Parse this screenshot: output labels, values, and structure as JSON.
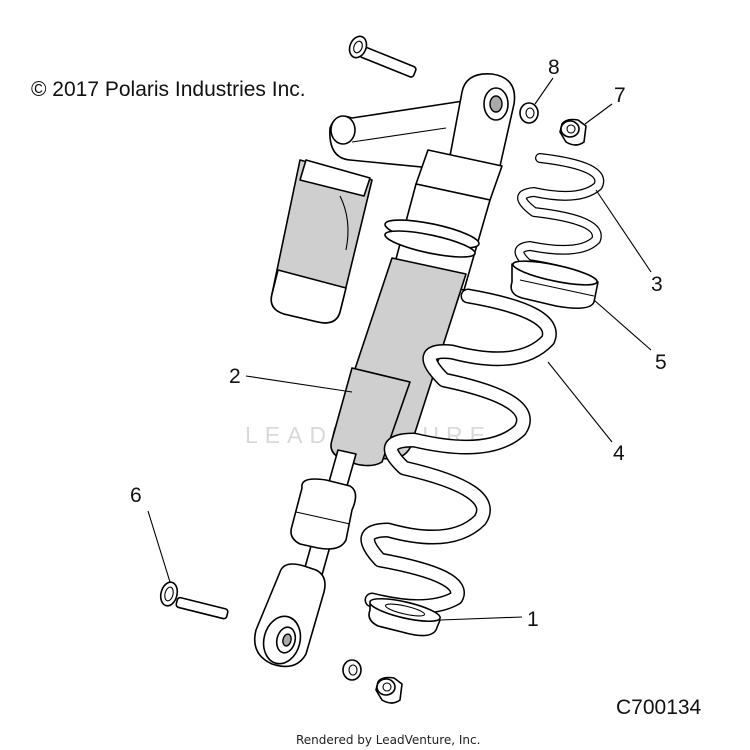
{
  "copyright": "© 2017 Polaris Industries Inc.",
  "diagram_code": "C700134",
  "watermark": "LEADVENTURE",
  "footer": "Rendered by LeadVenture, Inc.",
  "callouts": {
    "c1": "1",
    "c2": "2",
    "c3": "3",
    "c4": "4",
    "c5": "5",
    "c6": "6",
    "c7": "7",
    "c8": "8"
  }
}
